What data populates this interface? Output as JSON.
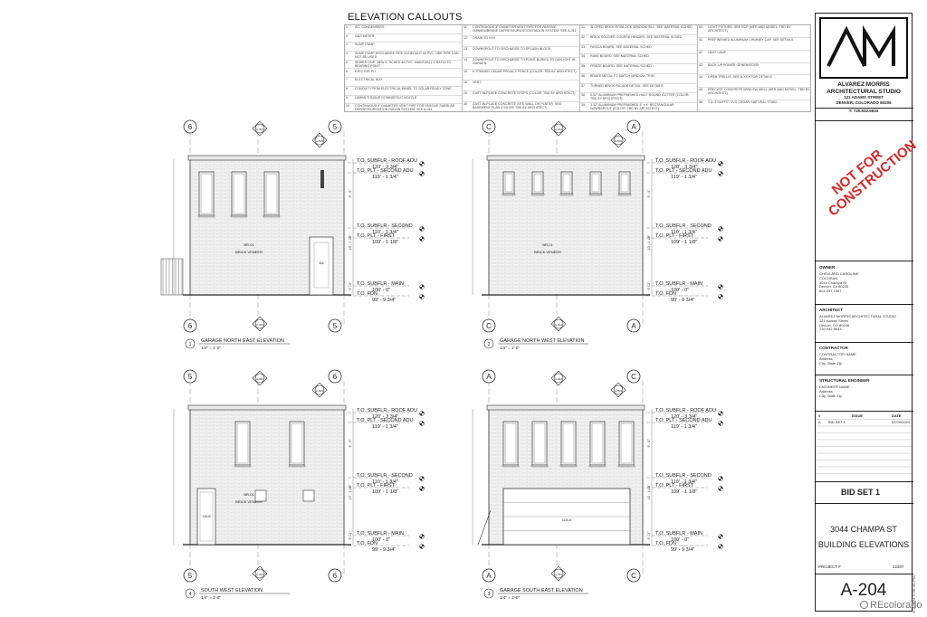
{
  "callouts": {
    "title": "ELEVATION CALLOUTS",
    "items": [
      {
        "n": "1",
        "d": "A/C CONDENSERS"
      },
      {
        "n": "2",
        "d": "GAS METER"
      },
      {
        "n": "3",
        "d": "SUMP PUMP"
      },
      {
        "n": "4",
        "d": "SUMP PUMP DISCHARGE PIPE SCHEDULE 40 PVC. HDE PIPE CAN NOT BE USED"
      },
      {
        "n": "5",
        "d": "SEWER LINE: NEW 4\" SCHED 40 PVC. MAINTAIN 1:1 RATIO TO BEARING POINT"
      },
      {
        "n": "6",
        "d": "EJECTOR PIT"
      },
      {
        "n": "7",
        "d": "ELECTRICAL BOX"
      },
      {
        "n": "8",
        "d": "CONDUIT FROM ELECTRICAL PANEL TO SOLAR READY ZONE"
      },
      {
        "n": "9",
        "d": "LAMBS TONGUE DOWNSPOUT NOZZLE"
      },
      {
        "n": "10",
        "d": "CONTINUOUS 3\" DIAMETER VENT PIPE FOR PASSIVE SUBSLAB DEPRESSURIZATION RADON SYSTEM. SEE A-311"
      },
      {
        "n": "11",
        "d": "CONTINUOUS 3\" DIAMETER VENT PIPE FOR PASSIVE SUBMEMBRANE DEPRESSURIZATION RADON SYSTEM. SEE A-311"
      },
      {
        "n": "12",
        "d": "DRAIN TO XXX"
      },
      {
        "n": "13",
        "d": "DOWNSPOUT TO DISCHARGE TO SPLASH BLOCK"
      },
      {
        "n": "14",
        "d": "DOWNSPOUT TO DISCHARGE TO POINT BURIED TO DAYLIGHT IN GARDEN"
      },
      {
        "n": "15",
        "d": "6' STAINED CEDAR PRIVACY FENCE (COLOR: TBD BY ARCHITECT)"
      },
      {
        "n": "16",
        "d": "VENT"
      },
      {
        "n": "20",
        "d": "CAST-IN-PLACE CONCRETE STEPS (COLOR: TBD BY ARCHITECT)"
      },
      {
        "n": "30",
        "d": "CAST-IN-PLACE CONCRETE SITE WALL OR PLATER. SEE BASEMENT PLAN (COLOR: TBD BY ARCHITECT)"
      },
      {
        "n": "31",
        "d": "SLOPED BRICK ROWLOCK WINDOW SILL. SEE MATERIAL SCHED"
      },
      {
        "n": "32",
        "d": "BRICK SOLDIER COURSE HEADER. SEE MATERIAL SCHED"
      },
      {
        "n": "33",
        "d": "FASCIA BOARD. SEE MATERIAL SCHED"
      },
      {
        "n": "34",
        "d": "RAKE BOARD. SEE MATERIAL SCHED"
      },
      {
        "n": "35",
        "d": "FRIEZE BOARD. SEE MATERIAL SCHED"
      },
      {
        "n": "36",
        "d": "BRAKE METAL TO MATCH WINDOW TRIM"
      },
      {
        "n": "37",
        "d": "TURNED BRICK FACADE DETAIL. SEE DETAILS"
      },
      {
        "n": "38",
        "d": "5.32\" ALUMINUM PREFINISHED HALF ROUND GUTTER (COLOR: TBD BY ARCHITECT)"
      },
      {
        "n": "39",
        "d": "3.32\" ALUMINUM PREFINISHED 3\" x 4\" RECTANGULAR DOWNSPOUT (COLOR: TBD BY ARCHITECT)"
      },
      {
        "n": "40",
        "d": "LIGHT FIXTURE. SEE RCP (MFR AND MODEL: TBD BY ARCHITECT)"
      },
      {
        "n": "41",
        "d": "PREFINISHED ALUMINUM CHIMNEY CAP. SEE DETAILS"
      },
      {
        "n": "42",
        "d": "HEAT LAMP"
      },
      {
        "n": "43",
        "d": "BACK-UP POWER GENERATORS"
      },
      {
        "n": "44",
        "d": "OPEN TRELLIS. SEE A-XXX FOR DETAILS"
      },
      {
        "n": "45",
        "d": "PRECAST CONCRETE WINDOW WELL (MFR AND MODEL: TBD BY ARCHITECT)"
      },
      {
        "n": "46",
        "d": "T & G SOFFIT, CVG CEDAR, NATURAL STAIN"
      }
    ]
  },
  "levels": {
    "roof": {
      "name": "T.O. SUBFLR - ROOF ADU",
      "elev": "120' - 3 3/4\""
    },
    "plt_second": {
      "name": "T.O. PLT - SECOND ADU",
      "elev": "119' - 1 3/4\""
    },
    "second": {
      "name": "T.O. SUBFLR - SECOND",
      "elev": "110' - 1 3/4\""
    },
    "plt_first": {
      "name": "T.O. PLT - FIRST",
      "elev": "109' - 1 1/8\""
    },
    "main": {
      "name": "T.O. SUBFLR - MAIN",
      "elev": "100' - 0\""
    },
    "fdn": {
      "name": "T.O. FDN",
      "elev": "99' - 9 3/4\""
    }
  },
  "views": [
    {
      "num": "1",
      "title": "GARAGE NORTH EAST ELEVATION",
      "scale": "1/4\" = 1'-0\"",
      "grid_left": "6",
      "grid_right": "5"
    },
    {
      "num": "2",
      "title": "GARAGE NORTH WEST ELEVATION",
      "scale": "1/4\" = 1'-0\"",
      "grid_left": "C",
      "grid_right": "A"
    },
    {
      "num": "4",
      "title": "SOUTH WEST ELEVATION",
      "scale": "1/4\" = 1'-0\"",
      "grid_left": "5",
      "grid_right": "6"
    },
    {
      "num": "3",
      "title": "GARAGE SOUTH EAST ELEVATION",
      "scale": "1/4\" = 1'-0\"",
      "grid_left": "A",
      "grid_right": "C"
    }
  ],
  "tags": {
    "brick": "BR-01",
    "brick_label": "BRICK VENEER",
    "door_ne": "111",
    "door_sw": "115-B",
    "garage_door": "115-A",
    "section_ref": "A-304",
    "detail_ref": "A-503",
    "dim1": "9' - 0\"",
    "dim2": "10' - 1 1/8\"",
    "dim3": "9' - 2\""
  },
  "titleblock": {
    "logo": "AM",
    "firm": "ALVAREZ MORRIS ARCHITECTURAL STUDIO",
    "street": "121 ADAMS STREET",
    "city": "DENVER, COLORADO 80206",
    "phone": "T: 720.932.6633",
    "stamp_line1": "NOT FOR",
    "stamp_line2": "CONSTRUCTION",
    "owner_head": "OWNER",
    "owner_lines": [
      "CHRIS AND CAROLINE",
      "COCHRAN",
      "3044 Champa St",
      "Denver, Co 80205",
      "501.297.1957"
    ],
    "architect_head": "ARCHITECT",
    "architect_lines": [
      "ALVAREZ MORRIS ARCHITECTURAL STUDIO",
      "121 Adams Street",
      "Denver, CO 80206",
      "720.932.6633"
    ],
    "contractor_head": "CONTRACTOR",
    "contractor_lines": [
      "CONTRACTOR NAME",
      "Address",
      "City, State Zip"
    ],
    "engineer_head": "STRUCTURAL ENGINEER",
    "engineer_lines": [
      "ENGINEER NAME",
      "Address",
      "City, State Zip"
    ],
    "issue_cols": [
      "#",
      "ISSUE",
      "DATE"
    ],
    "issue_row": [
      "A",
      "BID SET 1",
      "02/29/2024"
    ],
    "set_name": "BID SET 1",
    "address": "3044 CHAMPA ST",
    "sheet_title": "BUILDING ELEVATIONS",
    "project_label": "PROJECT #",
    "project_no": "22207",
    "sheet_no": "A-204",
    "print_stamp": "3/1/2024 2:26:45 PM"
  },
  "watermark": "REcolorado"
}
